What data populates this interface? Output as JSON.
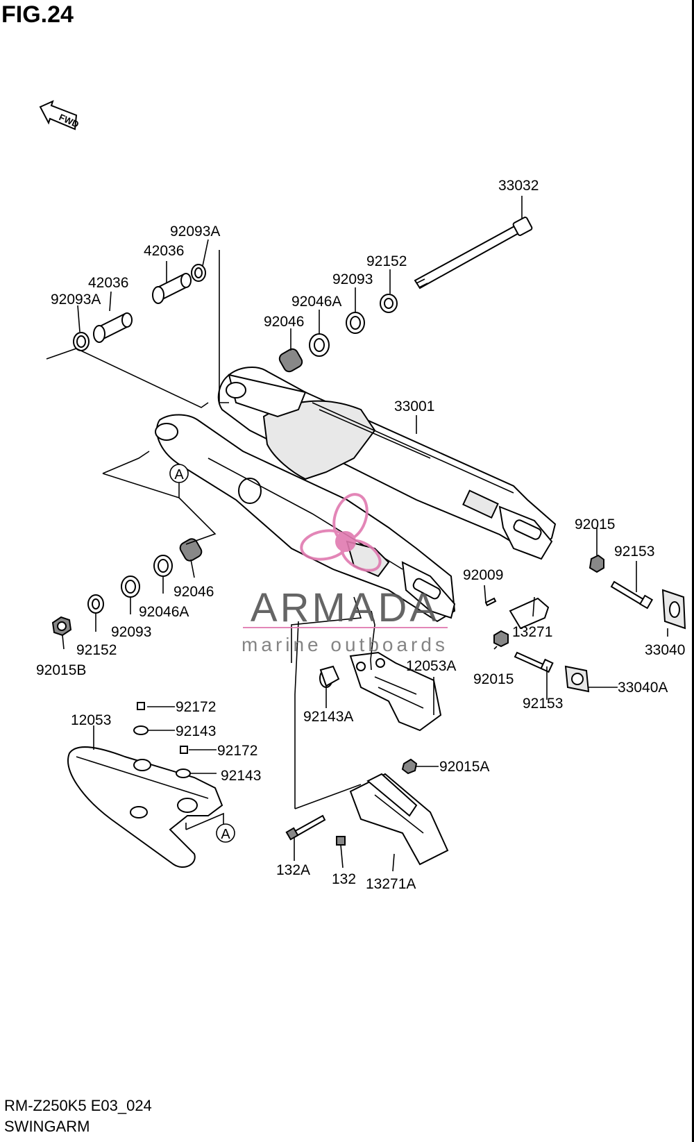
{
  "figure": {
    "title": "FIG.24",
    "fwd_label": "FWD",
    "code": "RM-Z250K5 E03_024",
    "name": "SWINGARM"
  },
  "watermark": {
    "brand": "ARMADA",
    "tagline": "marine outboards",
    "color": "#e07ab0"
  },
  "callouts": {
    "ref_a": "A",
    "parts": [
      "33032",
      "92093A",
      "42036",
      "42036",
      "92093A",
      "92152",
      "92093",
      "92046A",
      "92046",
      "33001",
      "92015",
      "92153",
      "92009",
      "13271",
      "33040",
      "92015",
      "92153",
      "33040A",
      "12053A",
      "92143A",
      "92046",
      "92046A",
      "92093",
      "92152",
      "92015B",
      "92172",
      "12053",
      "92143",
      "92172",
      "92143",
      "92015A",
      "132A",
      "132",
      "13271A"
    ]
  }
}
